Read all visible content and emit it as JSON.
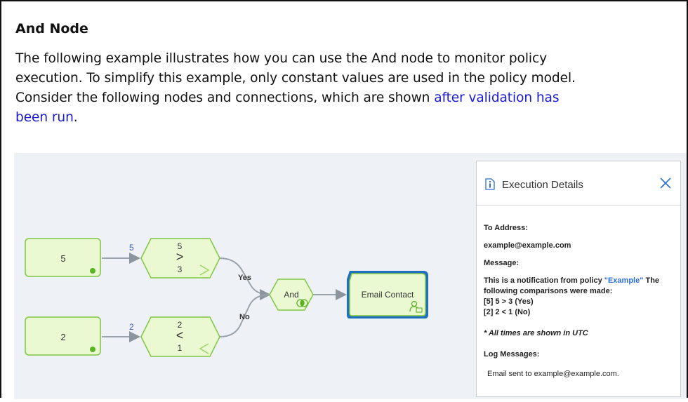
{
  "doc": {
    "title": "And Node",
    "para_lines": [
      "The following example illustrates how you can use the And node to monitor policy",
      "execution. To simplify this example, only constant values are used in the policy model.",
      "Consider the following nodes and connections, which are shown "
    ],
    "link_line3": "after validation has",
    "link_line4": "been run",
    "period": "."
  },
  "diagram": {
    "const_top": "5",
    "const_bottom": "2",
    "edge_top_label": "5",
    "edge_bottom_label": "2",
    "cmp_top": {
      "a": "5",
      "op": ">",
      "b": "3"
    },
    "cmp_bottom": {
      "a": "2",
      "op": "<",
      "b": "1"
    },
    "yes_label": "Yes",
    "no_label": "No",
    "and_label": "And",
    "email_label": "Email Contact",
    "colors": {
      "node_fill": "#eaf9d2",
      "node_stroke": "#7fc642",
      "dot": "#5bb323",
      "edge": "#9aa3ab",
      "email_border": "#1f6fbf"
    }
  },
  "panel": {
    "title": "Execution Details",
    "to_address_label": "To Address:",
    "to_address_value": "example@example.com",
    "message_label": "Message:",
    "message_pre": "This is a notification from policy ",
    "message_policy": "\"Example\"",
    "message_post": " The",
    "message_line2": "following comparisons were made:",
    "comparison_1": "[5] 5 > 3 (Yes)",
    "comparison_2": "[2] 2 < 1 (No)",
    "utc_note": "* All times are shown in UTC",
    "log_label": "Log Messages:",
    "log_entry": "Email sent to example@example.com."
  }
}
